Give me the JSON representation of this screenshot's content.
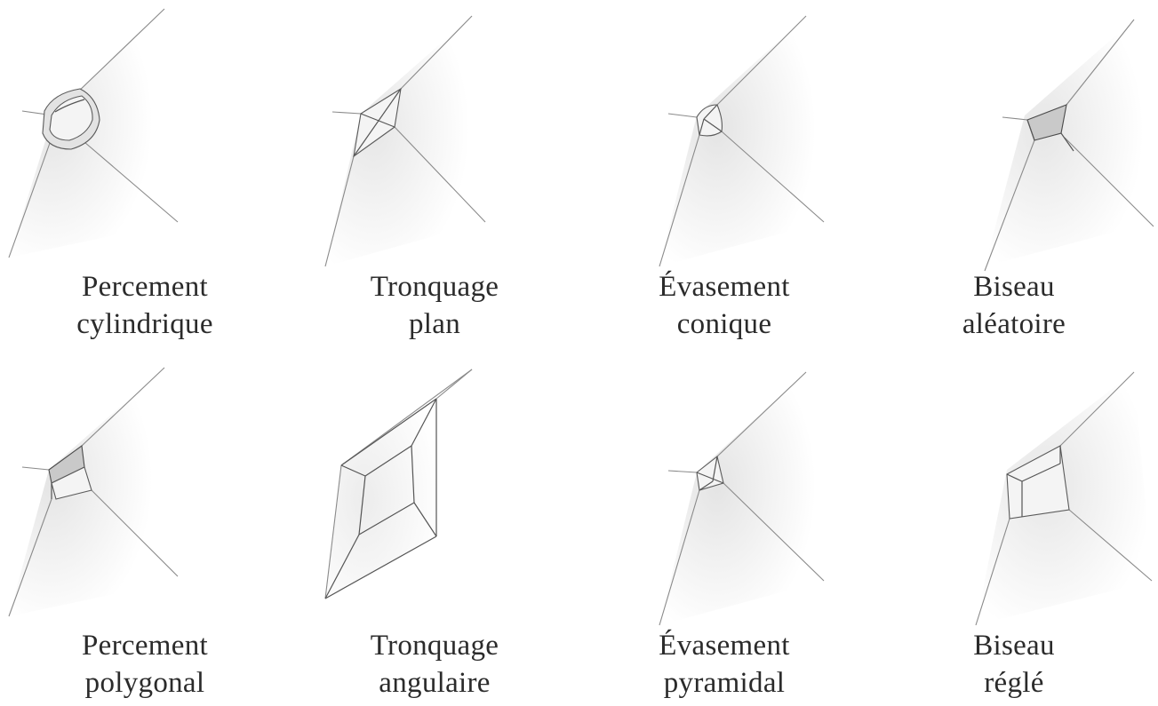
{
  "items": [
    {
      "id": "percement-cylindrique",
      "line1": "Percement",
      "line2": "cylindrique"
    },
    {
      "id": "tronquage-plan",
      "line1": "Tronquage",
      "line2": "plan"
    },
    {
      "id": "evasement-conique",
      "line1": "Évasement",
      "line2": "conique"
    },
    {
      "id": "biseau-aleatoire",
      "line1": "Biseau",
      "line2": "aléatoire"
    },
    {
      "id": "percement-polygonal",
      "line1": "Percement",
      "line2": "polygonal"
    },
    {
      "id": "tronquage-angulaire",
      "line1": "Tronquage",
      "line2": "angulaire"
    },
    {
      "id": "evasement-pyramidal",
      "line1": "Évasement",
      "line2": "pyramidal"
    },
    {
      "id": "biseau-regle",
      "line1": "Biseau",
      "line2": "réglé"
    }
  ],
  "colors": {
    "background": "#ffffff",
    "corner_shade": "#e8e8e8",
    "line": "#8a8a8a",
    "text": "#2b2b2b"
  }
}
